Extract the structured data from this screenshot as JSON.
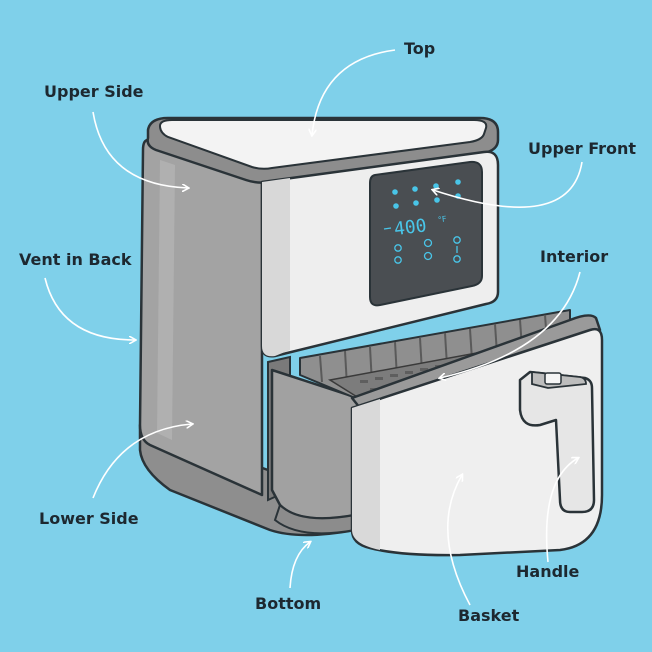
{
  "labels": {
    "top": "Top",
    "upper_side": "Upper Side",
    "upper_front": "Upper Front",
    "vent_in_back": "Vent in Back",
    "interior": "Interior",
    "lower_side": "Lower Side",
    "handle": "Handle",
    "bottom": "Bottom",
    "basket": "Basket"
  },
  "display": {
    "temperature": "400",
    "unit": "°F"
  },
  "colors": {
    "background": "#7fd0ea",
    "outline": "#2a3338",
    "body_gray": "#9a9a9a",
    "white_panel": "#f1f1f1",
    "display_glass": "#4a4e52",
    "display_glow": "#49c5e8"
  }
}
